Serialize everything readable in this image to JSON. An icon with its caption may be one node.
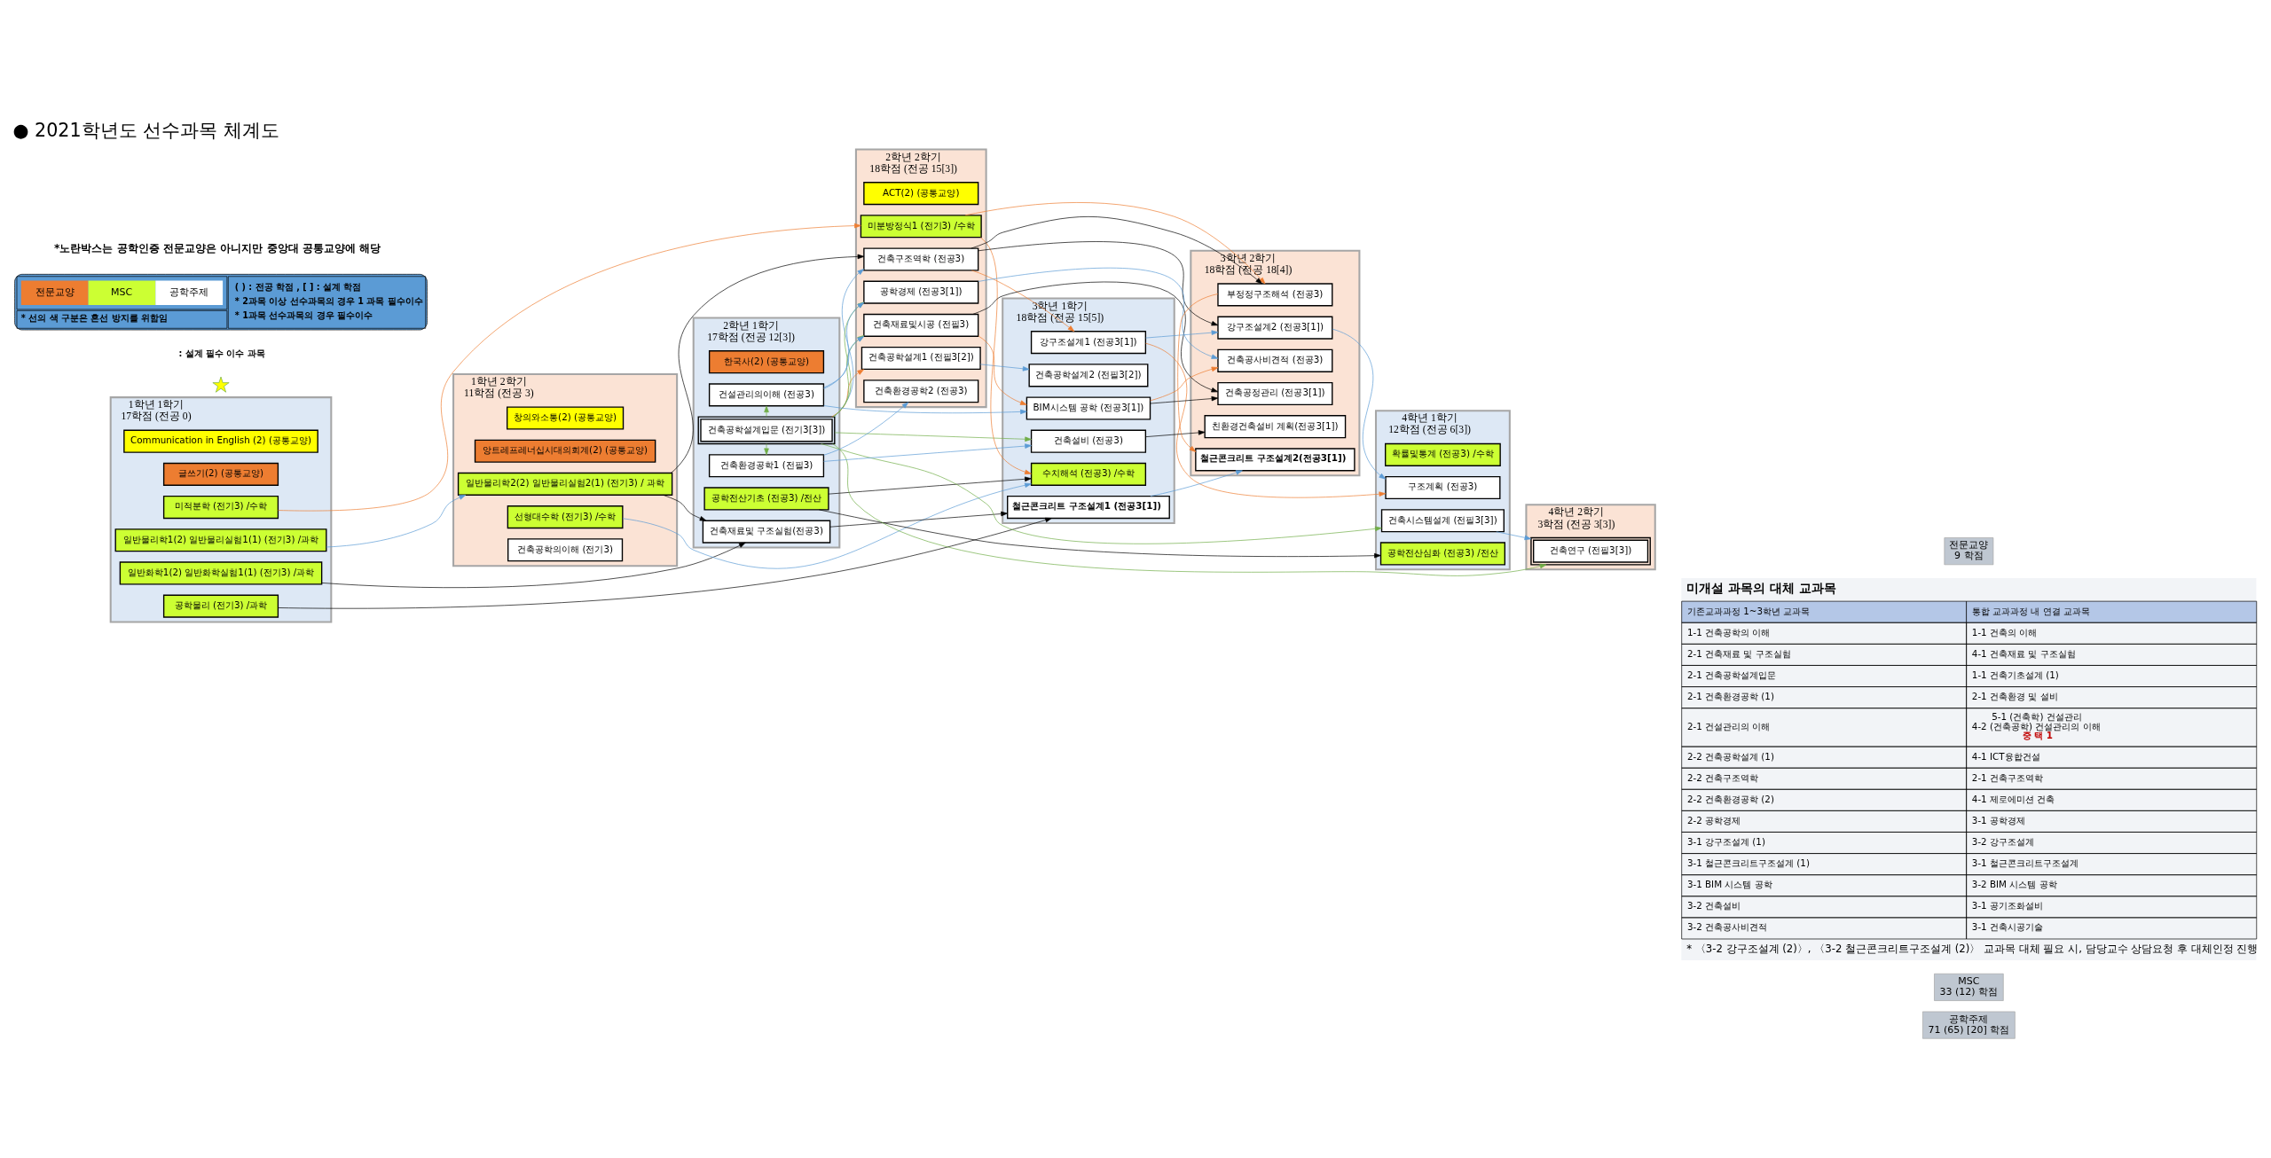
{
  "diagram": {
    "title": "● 2021학년도 선수과목 체계도",
    "nodes": [
      {
        "text": [
          "1학년 1학기",
          "17학점 (전공 0)"
        ]
      },
      {
        "text": [
          "Communication in English (2) (공통교양)"
        ],
        "in": 0
      },
      {
        "text": [
          "글쓰기(2) (공통교양)"
        ],
        "in": 0
      },
      {
        "text": [
          "일반화학1(2) 일반화학실험1(1) (전기3) /과학"
        ],
        "in": 0
      },
      {
        "text": [
          "일반물리학1(2) 일반물리실험1(1) (전기3) /과학"
        ],
        "in": 0
      },
      {
        "text": [
          "미적분학 (전기3) /수학"
        ],
        "in": 0
      },
      {
        "text": [
          "공학물리 (전기3) /과학"
        ],
        "in": 0
      },
      {
        "text": [
          "1학년 2학기",
          "11학점 (전공 3)"
        ]
      },
      {
        "text": [
          "창의와소통(2) (공통교양)"
        ],
        "in": 7
      },
      {
        "text": [
          "앙트레프레너십시대의회계(2) (공통교양)"
        ],
        "in": 7
      },
      {
        "text": [
          "일반물리학2(2) 일반물리실험2(1) (전기3) / 과학"
        ],
        "in": 7
      },
      {
        "text": [
          "선형대수학 (전기3) /수학"
        ],
        "in": 7
      },
      {
        "text": [
          "건축공학의이해 (전기3)"
        ],
        "in": 7
      },
      {
        "text": [
          "2학년 1학기",
          "17학점 (전공 12[3])"
        ]
      },
      {
        "text": [
          "한국사(2) (공통교양)"
        ],
        "in": 13
      },
      {
        "text": [
          "공학전산기초 (전공3) /전산"
        ],
        "in": 13
      },
      {
        "text": [
          "건축재료및 구조실험(전공3)"
        ],
        "in": 13
      },
      {
        "text": [
          "건축공학설계입문 (전기3[3])"
        ],
        "in": 13
      },
      {
        "text": [
          "건축환경공학1 (전필3)"
        ],
        "in": 13
      },
      {
        "text": [
          "건설관리의이해 (전공3)"
        ],
        "in": 13
      },
      {
        "text": [
          "2학년 2학기",
          "18학점 (전공 15[3])"
        ]
      },
      {
        "text": [
          "ACT(2) (공통교양)"
        ],
        "in": 20
      },
      {
        "text": [
          "미분방정식1 (전기3) /수학"
        ],
        "in": 20
      },
      {
        "text": [
          "건축공학설계1 (전필3[2])"
        ],
        "in": 20
      },
      {
        "text": [
          "건축구조역학 (전공3)"
        ],
        "in": 20
      },
      {
        "text": [
          "건축환경공학2 (전공3)"
        ],
        "in": 20
      },
      {
        "text": [
          "건축재료및시공 (전필3)"
        ],
        "in": 20
      },
      {
        "text": [
          "공학경제 (전공3[1])"
        ],
        "in": 20
      },
      {
        "text": [
          "3학년 1학기",
          "18학점 (전공 15[5])"
        ]
      },
      {
        "text": [
          "수치해석 (전공3) /수학"
        ],
        "in": 28
      },
      {
        "text": [
          "건축공학설계2 (전필3[2])"
        ],
        "in": 28
      },
      {
        "text": [
          "강구조설계1 (전공3[1])"
        ],
        "in": 28
      },
      {
        "text": [
          "건축설비 (전공3)"
        ],
        "in": 28
      },
      {
        "text": [
          "철근콘크리트 구조설계1 (전공3[1])"
        ],
        "in": 28
      },
      {
        "text": [
          "BIM시스템 공학 (전공3[1])"
        ],
        "in": 28
      },
      {
        "text": [
          "3학년 2학기",
          "18학점 (전공 18[4])"
        ]
      },
      {
        "text": [
          "부정정구조해석 (전공3)"
        ],
        "in": 35
      },
      {
        "text": [
          "강구조설계2 (전공3[1])"
        ],
        "in": 35
      },
      {
        "text": [
          "친환경건축설비 계획(전공3[1])"
        ],
        "in": 35
      },
      {
        "text": [
          "철근콘크리트 구조설계2(전공3[1])"
        ],
        "in": 35
      },
      {
        "text": [
          "건축공정관리 (전공3[1])"
        ],
        "in": 35
      },
      {
        "text": [
          "건축공사비견적 (전공3)"
        ],
        "in": 35
      },
      {
        "text": [
          "4학년 1학기",
          "12학점 (전공 6[3])"
        ]
      },
      {
        "text": [
          "확률및통계 (전공3) /수학"
        ],
        "in": 42
      },
      {
        "text": [
          "공학전산심화 (전공3) /전산"
        ],
        "in": 42
      },
      {
        "text": [
          "구조계획 (전공3)"
        ],
        "in": 42
      },
      {
        "text": [
          "건축시스템설계 (전필3[3])"
        ],
        "in": 42
      },
      {
        "text": [
          "4학년 2학기",
          "3학점 (전공 3[3])"
        ]
      },
      {
        "text": [
          "건축연구 (전필3[3])"
        ],
        "in": 47
      }
    ],
    "edges": [
      {
        "from": 4,
        "to": 10,
        "arrow": "to",
        "color": "#5b9bd5"
      },
      {
        "from": 11,
        "to": 29,
        "arrow": "to",
        "color": "#5b9bd5"
      },
      {
        "from": 15,
        "to": 29,
        "arrow": "to",
        "color": "#000000"
      },
      {
        "from": 22,
        "to": 29,
        "arrow": "to",
        "color": "#ed7d31"
      },
      {
        "from": 5,
        "to": 22,
        "arrow": "to",
        "color": "#ed7d31"
      },
      {
        "from": 15,
        "to": 44,
        "arrow": "to",
        "color": "#000000"
      },
      {
        "from": 22,
        "to": 36,
        "arrow": "to",
        "color": "#ed7d31"
      },
      {
        "from": 3,
        "to": 16,
        "arrow": "to",
        "color": "#000000"
      },
      {
        "from": 10,
        "to": 16,
        "arrow": "to",
        "color": "#000000"
      },
      {
        "from": 10,
        "to": 24,
        "arrow": "to",
        "color": "#000000"
      },
      {
        "from": 6,
        "to": 33,
        "arrow": "to",
        "color": "#000000"
      },
      {
        "from": 17,
        "to": 23,
        "arrow": "to",
        "color": "#ed7d31"
      },
      {
        "from": 17,
        "to": 24,
        "arrow": "to",
        "color": "#5b9bd5"
      },
      {
        "from": 17,
        "to": 18,
        "arrow": "to",
        "color": "#70ad47"
      },
      {
        "from": 17,
        "to": 19,
        "arrow": "to",
        "color": "#70ad47"
      },
      {
        "from": 17,
        "to": 26,
        "arrow": "to",
        "color": "#70ad47"
      },
      {
        "from": 17,
        "to": 27,
        "arrow": "to",
        "color": "#70ad47"
      },
      {
        "from": 17,
        "to": 32,
        "arrow": "to",
        "color": "#70ad47"
      },
      {
        "from": 17,
        "to": 46,
        "arrow": "to",
        "color": "#70ad47"
      },
      {
        "from": 17,
        "to": 48,
        "arrow": "to",
        "color": "#70ad47"
      },
      {
        "from": 18,
        "to": 25,
        "arrow": "to",
        "color": "#5b9bd5"
      },
      {
        "from": 19,
        "to": 26,
        "arrow": "to",
        "color": "#5b9bd5"
      },
      {
        "from": 19,
        "to": 27,
        "arrow": "to",
        "color": "#5b9bd5"
      },
      {
        "from": 23,
        "to": 30,
        "arrow": "to",
        "color": "#5b9bd5"
      },
      {
        "from": 24,
        "to": 31,
        "arrow": "to",
        "color": "#ed7d31"
      },
      {
        "from": 24,
        "to": 36,
        "arrow": "to",
        "color": "#000000"
      },
      {
        "from": 24,
        "to": 37,
        "arrow": "to",
        "color": "#000000"
      },
      {
        "from": 31,
        "to": 37,
        "arrow": "to",
        "color": "#5b9bd5"
      },
      {
        "from": 31,
        "to": 45,
        "arrow": "to",
        "color": "#ed7d31"
      },
      {
        "from": 37,
        "to": 45,
        "arrow": "to",
        "color": "#5b9bd5"
      },
      {
        "from": 32,
        "to": 38,
        "arrow": "to",
        "color": "#000000"
      },
      {
        "from": 33,
        "to": 39,
        "arrow": "to",
        "color": "#5b9bd5"
      },
      {
        "from": 36,
        "to": 39,
        "arrow": "to",
        "color": "#ed7d31"
      },
      {
        "from": 34,
        "to": 40,
        "arrow": "to",
        "color": "#000000"
      },
      {
        "from": 34,
        "to": 41,
        "arrow": "to",
        "color": "#ed7d31"
      },
      {
        "from": 46,
        "to": 48,
        "arrow": "to",
        "color": "#5b9bd5"
      },
      {
        "from": 26,
        "to": 34,
        "arrow": "to",
        "color": "#ed7d31"
      },
      {
        "from": 18,
        "to": 32,
        "arrow": "to",
        "color": "#5b9bd5"
      },
      {
        "from": 16,
        "to": 33,
        "arrow": "to",
        "color": "#000000"
      },
      {
        "from": 26,
        "to": 40,
        "arrow": "to",
        "color": "#000000"
      },
      {
        "from": 27,
        "to": 41,
        "arrow": "to",
        "color": "#5b9bd5"
      },
      {
        "from": 19,
        "to": 34,
        "arrow": "to",
        "color": "#5b9bd5"
      }
    ],
    "labels": [
      "*노란박스는 공학인증 전문교양은 아니지만 중앙대 공통교양에 해당",
      "* 선의 색 구분은 혼선 방지를 위함임",
      "( ) : 전공 학점 , [ ] : 설계 학점",
      "* 2과목 이상 선수과목의 경우 1 과목 필수이수",
      "* 1과목 선수과목의 경우 필수이수",
      "전문교양",
      "9 학점",
      "MSC",
      "33 (12) 학점",
      "공학주제",
      "71 (65) [20] 학점",
      "미개설 과목의 대체 교과목",
      "기존교과과정 1~3학년 교과목",
      "통합 교과과정 내 연결 교과목",
      "1-1 건축공학의 이해",
      "1-1 건축의 이해",
      "2-1 건축재료 및 구조실험",
      "4-1 건축재료 및 구조실험",
      "2-1 건축공학설계입문",
      "1-1 건축기초설계 (1)",
      "2-1 건축환경공학 (1)",
      "2-1 건축환경 및 설비",
      "2-1 건설관리의 이해",
      "5-1 (건축학) 건설관리",
      "4-2 (건축공학) 건설관리의 이해",
      "중 택 1",
      "2-2 건축공학설계 (1)",
      "4-1 ICT융합건설",
      "2-2 건축구조역학",
      "2-1 건축구조역학",
      "2-2 건축환경공학 (2)",
      "4-1 제로에미션 건축",
      "2-2 공학경제",
      "3-1 공학경제",
      "3-1 강구조설계 (1)",
      "3-2 강구조설계",
      "3-1 철근콘크리트구조설계 (1)",
      "3-1 철근콘크리트구조설계",
      "3-1 BIM 시스템 공학",
      "3-2 BIM 시스템 공학",
      "3-2 건축설비",
      "3-1 공기조화설비",
      "3-2 건축공사비견적",
      "3-1 건축시공기술",
      "* 〈3-2 강구조설계 (2)〉, 〈3-2 철근콘크리트구조설계 (2)〉 교과목 대체 필요 시, 담당교수 상담요청 후 대체인정 진행"
    ],
    "legend": [
      {
        "text": "전문교양",
        "color": "#ed7d31"
      },
      {
        "text": "MSC",
        "color": "#ccff33"
      },
      {
        "text": "공학주제",
        "color": "#ffffff"
      },
      {
        "text": ": 설계 필수 이수 과목"
      }
    ]
  }
}
